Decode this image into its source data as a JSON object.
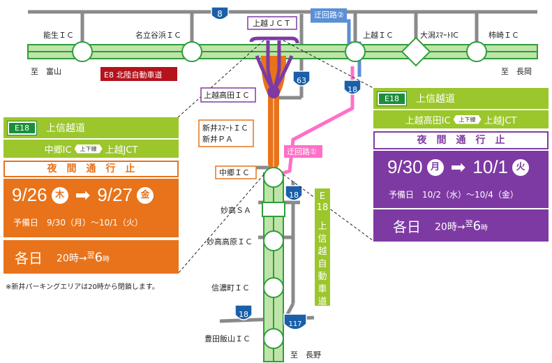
{
  "route_tag": "E18",
  "route_name": "上信越道",
  "route_e8": "E8 北陸自動車道",
  "route_vertical": [
    "E",
    "18",
    "上",
    "信",
    "越",
    "自",
    "動",
    "車",
    "道"
  ],
  "shields": {
    "r8": "8",
    "r63": "63",
    "r18a": "18",
    "r18b": "18",
    "r18c": "18",
    "r117": "117"
  },
  "map_labels": {
    "nou": "能生ＩＣ",
    "nadachi": "名立谷浜ＩＣ",
    "joetsu_jct": "上越ＪＣＴ",
    "detour2": "迂回路②",
    "joetsu_ic": "上越ＩＣ",
    "ogata": "大潟ｽﾏｰﾄIC",
    "kakizaki": "柿崎ＩＣ",
    "to_toyama": "至　富山",
    "to_nagaoka": "至　長岡",
    "joetsu_takada": "上越高田ＩＣ",
    "arai_smart": "新井ｽﾏｰﾄＩＣ",
    "arai_pa": "新井ＰＡ",
    "detour1": "迂回路①",
    "nakago": "中郷ＩＣ",
    "myoko_sa": "妙高ＳＡ",
    "myoko_kogen": "妙高高原ＩＣ",
    "shinano": "信濃町ＩＣ",
    "toyota_iiyama": "豊田飯山ＩＣ",
    "to_nagano": "至　長野"
  },
  "left_panel": {
    "from": "中郷IC",
    "direction": "上下線",
    "to": "上越JCT",
    "closure": "夜　間　通　行　止",
    "start_date": "9/26",
    "start_day": "木",
    "end_date": "9/27",
    "end_day": "金",
    "reserve": "予備日　9/30（月）～10/1（火）",
    "daily_label": "各日",
    "time_start": "20時",
    "time_end_prefix": "翌",
    "time_end_num": "6",
    "time_end_unit": "時"
  },
  "right_panel": {
    "from": "上越高田IC",
    "direction": "上下線",
    "to": "上越JCT",
    "closure": "夜　間　通　行　止",
    "start_date": "9/30",
    "start_day": "月",
    "end_date": "10/1",
    "end_day": "火",
    "reserve": "予備日　10/2（水）～10/4（金）",
    "daily_label": "各日",
    "time_start": "20時",
    "time_end_prefix": "翌",
    "time_end_num": "6",
    "time_end_unit": "時"
  },
  "footnote": "※新井パーキングエリアは20時から閉鎖します。",
  "colors": {
    "expressway_green": "#2e9e3a",
    "expressway_light": "#bfe3a8",
    "orange": "#e8731a",
    "purple": "#7e3aa3",
    "lime": "#9bc62c",
    "detour_blue": "#5b8fd6",
    "detour_pink": "#ff6fc8",
    "road_gray": "#8a8a8a",
    "e8_red": "#b5121b"
  }
}
